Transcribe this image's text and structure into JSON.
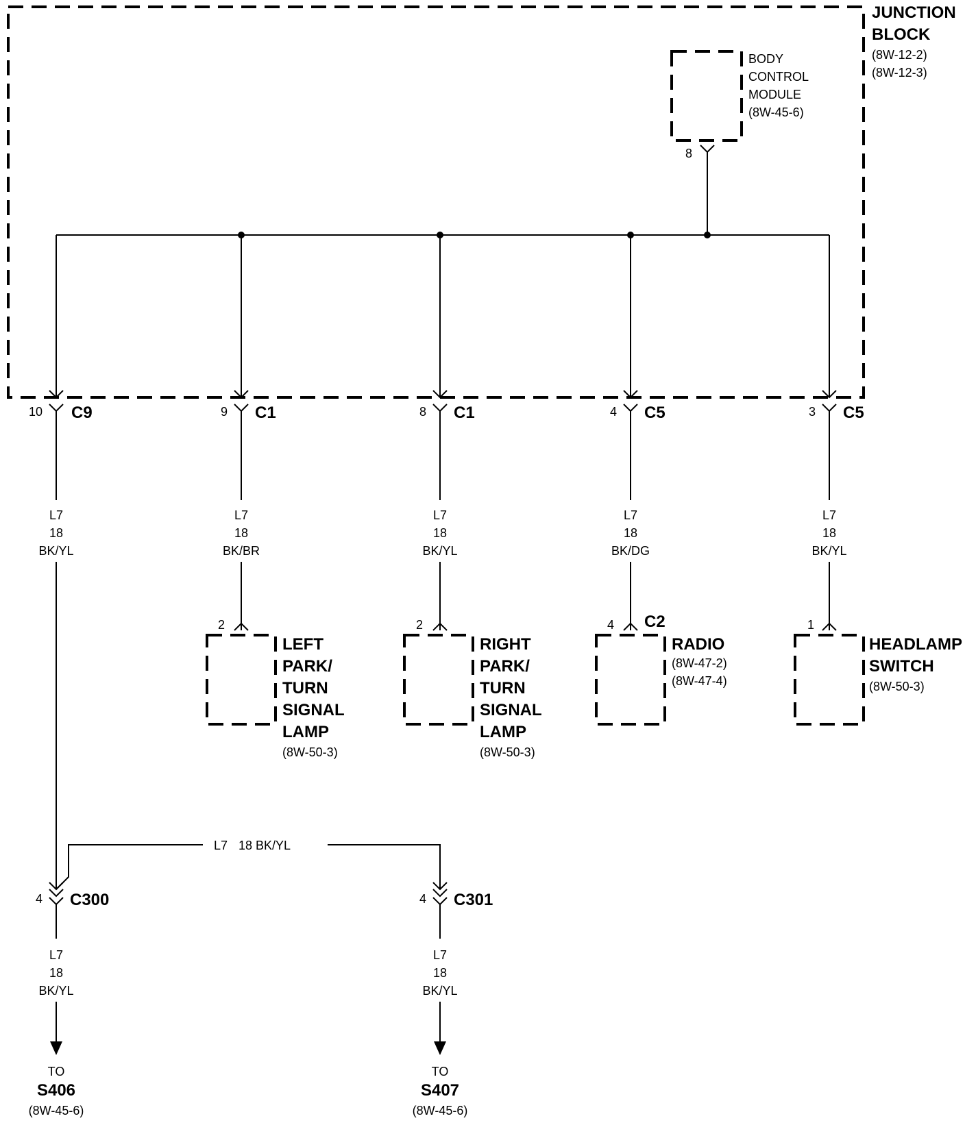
{
  "junction_block": {
    "title": [
      "JUNCTION",
      "BLOCK"
    ],
    "refs": [
      "(8W-12-2)",
      "(8W-12-3)"
    ]
  },
  "bcm": {
    "title": [
      "BODY",
      "CONTROL",
      "MODULE"
    ],
    "ref": "(8W-45-6)",
    "pin": "8"
  },
  "wire": {
    "circuit": "L7",
    "gauge": "18"
  },
  "branches": [
    {
      "pin": "10",
      "connector": "C9",
      "color": "BK/YL"
    },
    {
      "pin": "9",
      "connector": "C1",
      "color": "BK/BR"
    },
    {
      "pin": "8",
      "connector": "C1",
      "color": "BK/YL"
    },
    {
      "pin": "4",
      "connector": "C5",
      "color": "BK/DG"
    },
    {
      "pin": "3",
      "connector": "C5",
      "color": "BK/YL"
    }
  ],
  "components": [
    {
      "pin": "2",
      "connector": "",
      "name": [
        "LEFT",
        "PARK/",
        "TURN",
        "SIGNAL",
        "LAMP"
      ],
      "refs": [
        "(8W-50-3)"
      ]
    },
    {
      "pin": "2",
      "connector": "",
      "name": [
        "RIGHT",
        "PARK/",
        "TURN",
        "SIGNAL",
        "LAMP"
      ],
      "refs": [
        "(8W-50-3)"
      ]
    },
    {
      "pin": "4",
      "connector": "C2",
      "name": [
        "RADIO"
      ],
      "refs": [
        "(8W-47-2)",
        "(8W-47-4)"
      ]
    },
    {
      "pin": "1",
      "connector": "",
      "name": [
        "HEADLAMP",
        "SWITCH"
      ],
      "refs": [
        "(8W-50-3)"
      ]
    }
  ],
  "jumper_label": [
    "L7",
    "18 BK/YL"
  ],
  "lower_connectors": [
    {
      "pin": "4",
      "connector": "C300",
      "color": "BK/YL",
      "to": "TO",
      "splice": "S406",
      "ref": "(8W-45-6)"
    },
    {
      "pin": "4",
      "connector": "C301",
      "color": "BK/YL",
      "to": "TO",
      "splice": "S407",
      "ref": "(8W-45-6)"
    }
  ]
}
